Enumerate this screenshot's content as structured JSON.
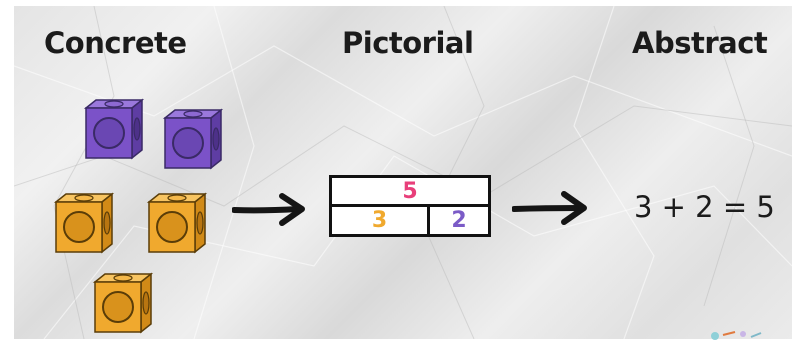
{
  "headings": {
    "concrete": "Concrete",
    "pictorial": "Pictorial",
    "abstract": "Abstract"
  },
  "concrete": {
    "cubes": [
      {
        "color": "purple",
        "group": "two"
      },
      {
        "color": "purple",
        "group": "two"
      },
      {
        "color": "orange",
        "group": "three"
      },
      {
        "color": "orange",
        "group": "three"
      },
      {
        "color": "orange",
        "group": "three"
      }
    ]
  },
  "pictorial": {
    "whole": "5",
    "part_left": "3",
    "part_right": "2"
  },
  "abstract": {
    "equation": "3 + 2 = 5"
  },
  "colors": {
    "purple_cube": "#7b52c8",
    "orange_cube": "#f0a92e",
    "whole": "#e83f7a",
    "part_left": "#f0a92e",
    "part_right": "#7b5bc7",
    "ink": "#1b1b1b"
  },
  "icons": [
    "purple-cube-icon",
    "orange-cube-icon",
    "right-arrow-icon"
  ]
}
